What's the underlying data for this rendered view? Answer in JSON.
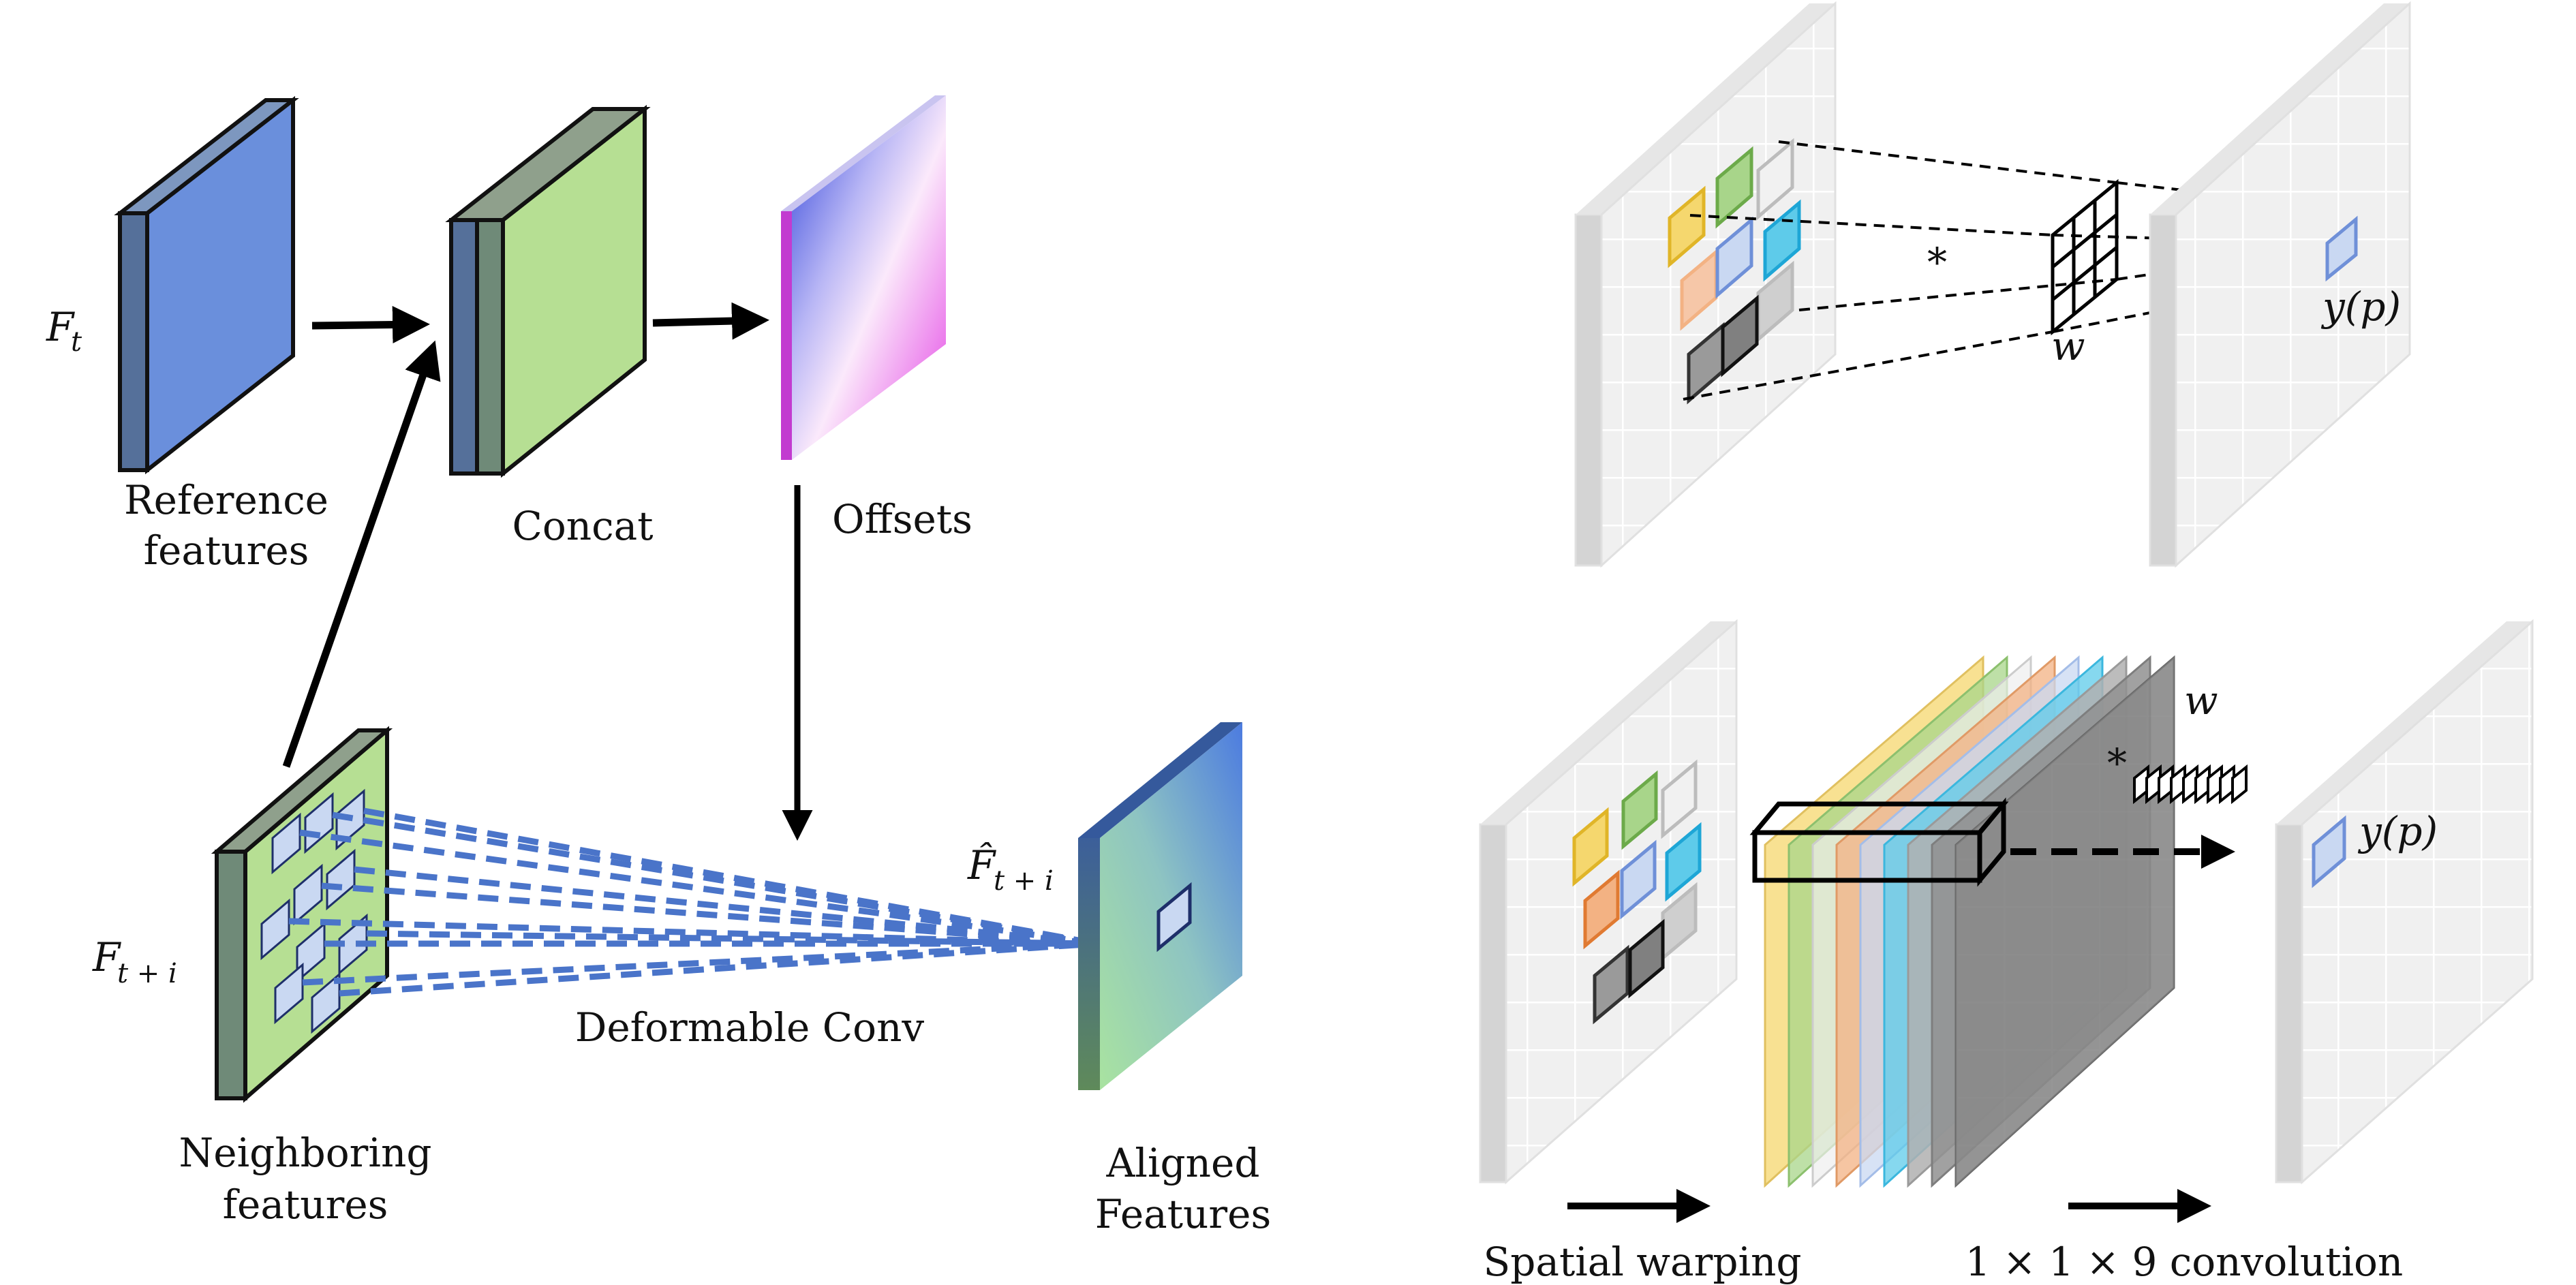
{
  "left_panel": {
    "reference_label": [
      "Reference",
      "features"
    ],
    "concat_label": "Concat",
    "offsets_label": "Offsets",
    "neighboring_label": [
      "Neighboring",
      "features"
    ],
    "deformable_label": "Deformable Conv",
    "aligned_label": [
      "Aligned",
      "Features"
    ],
    "ft_symbol": "F",
    "ft_subscript": "t",
    "fti_symbol": "F",
    "fti_subscript": "t + i",
    "fhat_symbol": "F̂",
    "fhat_subscript": "t + i"
  },
  "right_top": {
    "star": "*",
    "w_label": "w",
    "y_label": "y(p)"
  },
  "right_bottom": {
    "star": "*",
    "w_label": "w",
    "y_label": "y(p)",
    "spatial_label": "Spatial warping",
    "conv_label": "1 × 1 × 9 convolution"
  },
  "colors": {
    "ref_blue": "#6a8fdc",
    "side_blue": "#55709a",
    "concat_green": "#b6df93",
    "dashed_blue": "#4a74c9",
    "kernel_yellow": "#f5d76e",
    "kernel_green": "#a8d58a",
    "kernel_blue": "#c9d8f2",
    "kernel_cyan": "#5ecbea",
    "kernel_orange": "#f3b283",
    "kernel_gray": "#9a9a9a"
  }
}
